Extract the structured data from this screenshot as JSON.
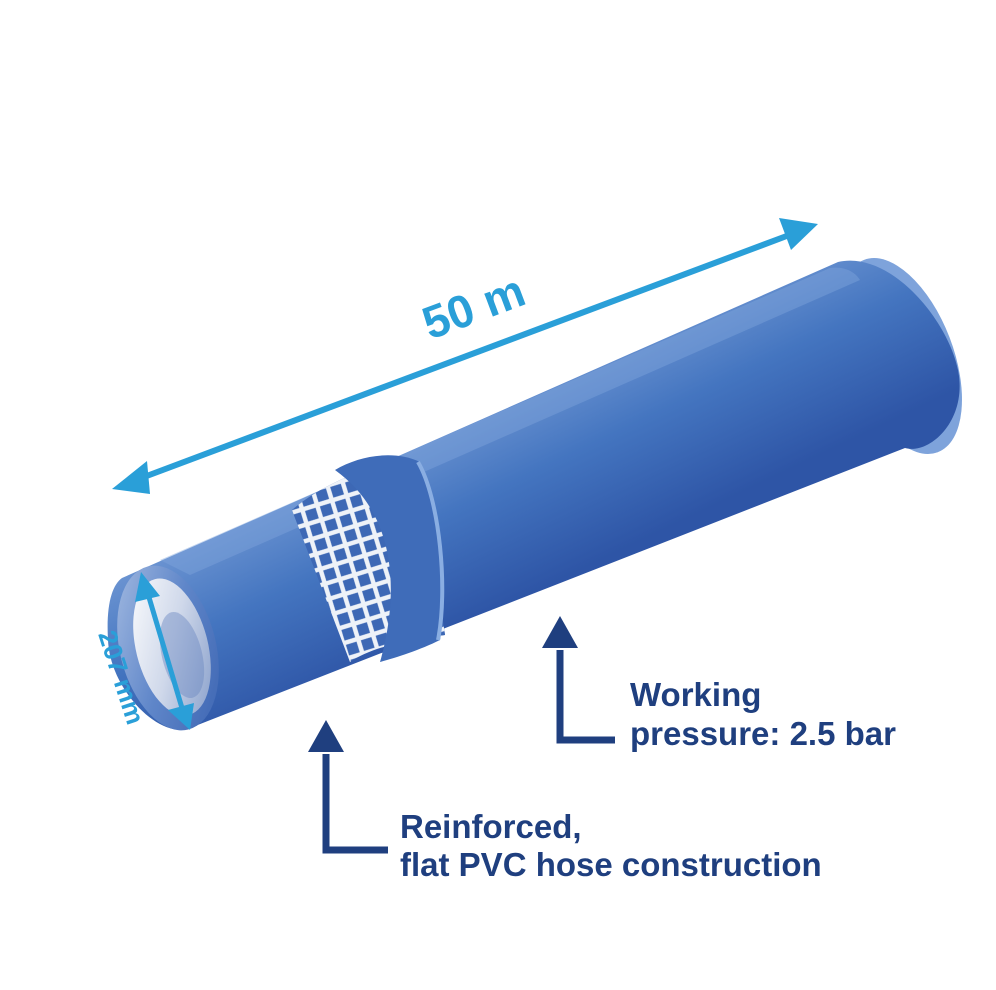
{
  "diagram": {
    "length_label": "50 m",
    "diameter_label": "207 mm",
    "pressure_callout": {
      "line1": "Working",
      "line2": "pressure: 2.5 bar"
    },
    "construction_callout": {
      "line1": "Reinforced,",
      "line2": "flat PVC hose construction"
    }
  },
  "colors": {
    "hose_blue": "#3c6fbd",
    "dimension_cyan": "#2a9fd8",
    "callout_navy": "#1f3f7f",
    "mesh_white": "#e8eef5"
  }
}
